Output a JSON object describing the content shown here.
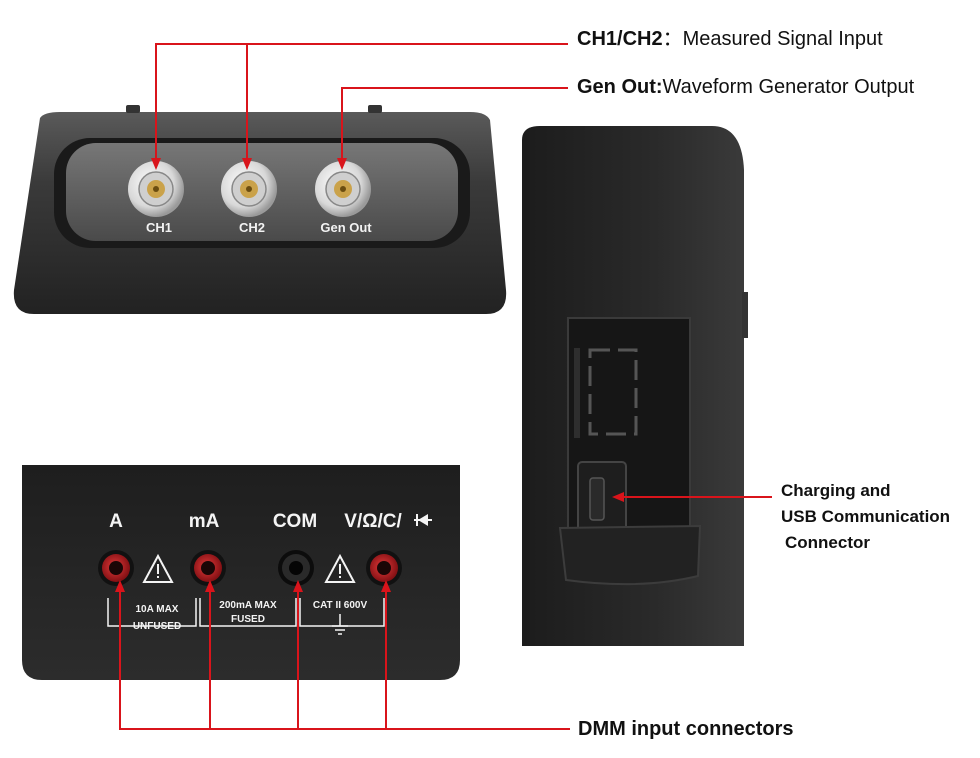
{
  "callouts": {
    "ch_input": {
      "term": "CH1/CH2",
      "sep": "：",
      "desc": "Measured Signal Input"
    },
    "gen_out": {
      "term": "Gen Out:",
      "desc": "Waveform Generator Output"
    },
    "charging": {
      "lines": [
        "Charging and",
        "USB Communication",
        "Connector"
      ]
    },
    "dmm": {
      "text": "DMM input connectors"
    }
  },
  "top_panel": {
    "ports": [
      "CH1",
      "CH2",
      "Gen Out"
    ]
  },
  "dmm_panel": {
    "jacks": [
      "A",
      "mA",
      "COM",
      "V/Ω/C/"
    ],
    "ratings": {
      "a_max": "10A MAX",
      "a_fuse": "UNFUSED",
      "ma_max": "200mA MAX",
      "ma_fuse": "FUSED",
      "cat": "CAT II 600V"
    }
  },
  "colors": {
    "arrow": "#d9141b",
    "body": "#2a2a2a",
    "jack": "#b3121a"
  }
}
